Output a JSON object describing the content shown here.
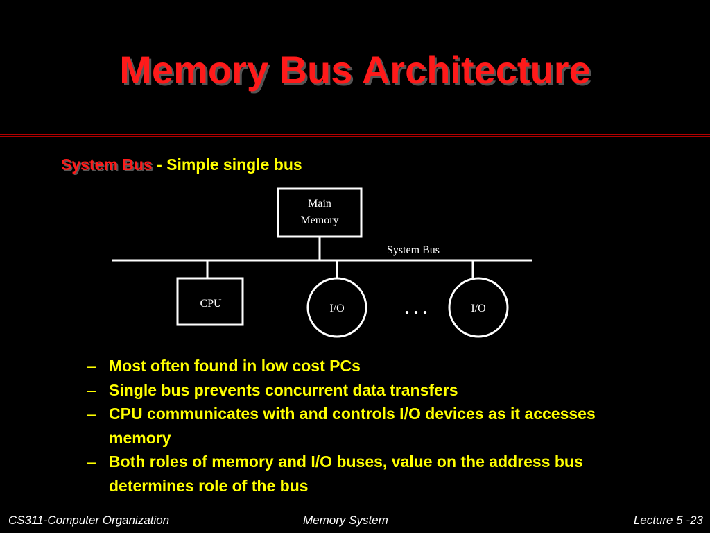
{
  "slide": {
    "title": "Memory Bus Architecture",
    "subheading_red": "System Bus",
    "subheading_rest": "- Simple single bus"
  },
  "diagram": {
    "main_memory_line1": "Main",
    "main_memory_line2": "Memory",
    "bus_label": "System Bus",
    "cpu_label": "CPU",
    "io_left_label": "I/O",
    "io_right_label": "I/O",
    "ellipsis": ". . ."
  },
  "bullets": [
    {
      "dash": "–",
      "text": "Most often found in low cost PCs"
    },
    {
      "dash": "–",
      "text": "Single bus prevents concurrent data transfers"
    },
    {
      "dash": "–",
      "text": "CPU communicates with and controls I/O devices as it accesses memory"
    },
    {
      "dash": "–",
      "text": "Both roles of memory and I/O buses, value on the address bus determines role of the bus"
    }
  ],
  "footer": {
    "left": "CS311-Computer Organization",
    "center": "Memory System",
    "right": "Lecture 5 -23"
  },
  "colors": {
    "background": "#000000",
    "title": "#ff1a1a",
    "bullet_text": "#ffff00",
    "diagram": "#ffffff"
  }
}
